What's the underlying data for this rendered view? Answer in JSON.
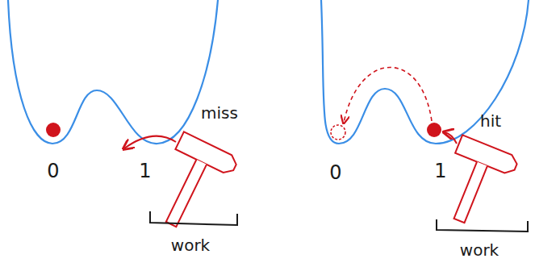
{
  "diagram": {
    "labels": [
      "miss",
      "0",
      "1",
      "work",
      "hit",
      "0",
      "1",
      "work"
    ]
  }
}
